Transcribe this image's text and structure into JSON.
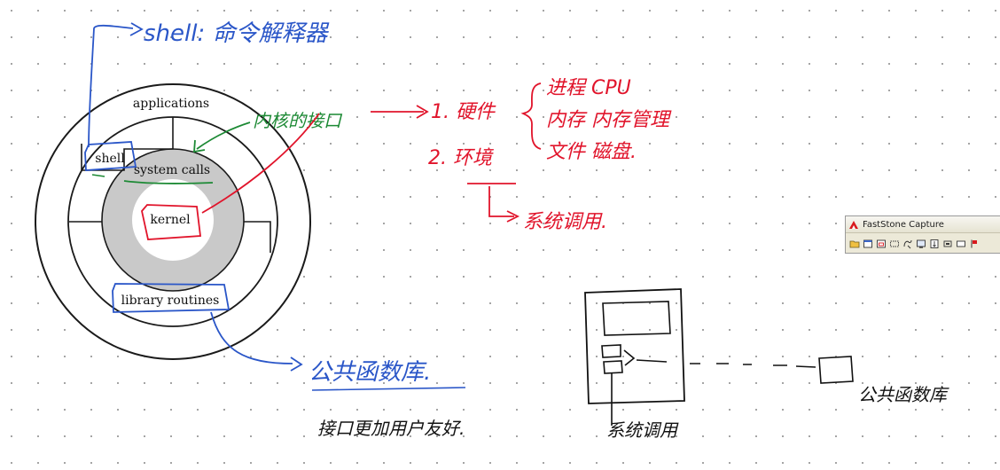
{
  "diagram": {
    "layers": {
      "applications": "applications",
      "shell": "shell",
      "system_calls": "system calls",
      "kernel": "kernel",
      "library_routines": "library routines"
    },
    "annotations": {
      "shell_note": "shell: 命令解释器",
      "kernel_interface": "内核的接口",
      "hardware_item": "1. 硬件",
      "environment_item": "2. 环境",
      "hardware_process": "进程 CPU",
      "hardware_memory": "内存 内存管理",
      "hardware_files": "文件 磁盘.",
      "system_call_note": "系统调用.",
      "public_library": "公共函数库.",
      "interface_note": "接口更加用户友好.",
      "system_call_label": "系统调用",
      "public_library_right": "公共函数库"
    }
  },
  "faststone": {
    "title": "FastStone Capture",
    "tools": [
      "open-folder-icon",
      "capture-active-window-icon",
      "capture-window-object-icon",
      "capture-rectangle-icon",
      "capture-freehand-icon",
      "capture-full-screen-icon",
      "capture-scrolling-icon",
      "capture-fixed-region-icon",
      "video-recorder-icon",
      "settings-icon"
    ]
  },
  "colors": {
    "ink_blue": "#2a56c8",
    "ink_green": "#1d8a35",
    "ink_red": "#e1142b",
    "ink_black": "#111111",
    "kernel_ring_gray": "#c9c9c9"
  }
}
